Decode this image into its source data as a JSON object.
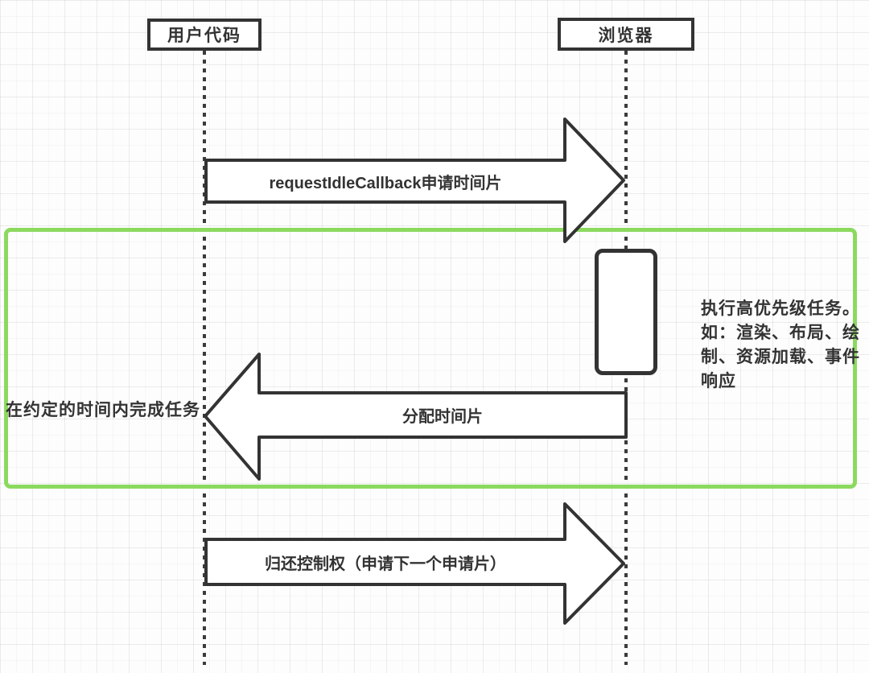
{
  "diagram": {
    "type": "sequence-diagram",
    "actors": {
      "user": "用户代码",
      "browser": "浏览器"
    },
    "messages": {
      "request": {
        "label": "requestIdleCallback申请时间片",
        "from": "用户代码",
        "to": "浏览器",
        "direction": "right"
      },
      "allocate": {
        "label": "分配时间片",
        "from": "浏览器",
        "to": "用户代码",
        "direction": "left"
      },
      "return": {
        "label": "归还控制权（申请下一个申请片）",
        "from": "用户代码",
        "to": "浏览器",
        "direction": "right"
      }
    },
    "notes": {
      "left": "在约定的时间内完成任务",
      "right_lines": {
        "0": "执行高优先级任务。",
        "1": "如：渲染、布局、绘",
        "2": "制、资源加载、事件",
        "3": "响应"
      }
    },
    "colors": {
      "stroke": "#333333",
      "fill": "#ffffff",
      "highlight_green": "#8cd95f",
      "grid": "#e9e9ec",
      "background": "#fdfdfd"
    }
  }
}
